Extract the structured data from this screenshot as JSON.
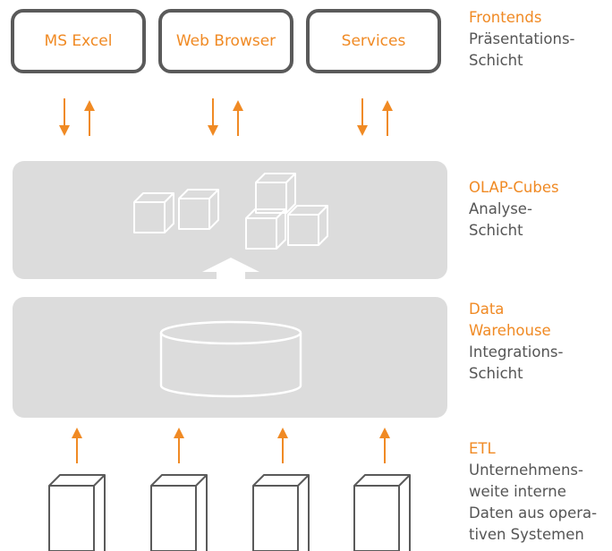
{
  "frontends": [
    {
      "label": "MS Excel"
    },
    {
      "label": "Web Browser"
    },
    {
      "label": "Services"
    }
  ],
  "legend": {
    "frontends": {
      "title": "Frontends",
      "lines": [
        "Präsentations-",
        "Schicht"
      ]
    },
    "olap": {
      "title": "OLAP-Cubes",
      "lines": [
        "Analyse-",
        "Schicht"
      ]
    },
    "dwh": {
      "title_lines": [
        "Data",
        "Warehouse"
      ],
      "lines": [
        "Integrations-",
        "Schicht"
      ]
    },
    "etl": {
      "title": "ETL",
      "lines": [
        "Unternehmens-",
        "weite interne",
        "Daten aus opera-",
        "tiven Systemen"
      ]
    }
  },
  "colors": {
    "accent": "#f08a24",
    "frame": "#5a5a5a",
    "band": "#dcdcdc",
    "text_gray": "#555555"
  },
  "icons": {
    "olap_cubes": "cube-group-icon",
    "warehouse": "database-cylinder-icon",
    "sources": "server-box-icon"
  }
}
